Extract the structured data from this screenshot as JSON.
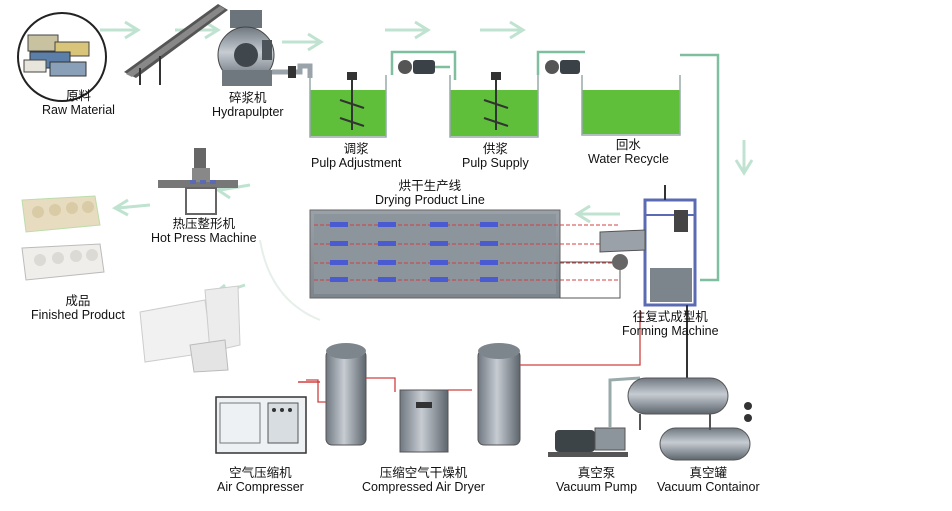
{
  "labels": {
    "raw_material": {
      "zh": "原料",
      "en": "Raw Material"
    },
    "hydrapulpter": {
      "zh": "碎浆机",
      "en": "Hydrapulpter"
    },
    "pulp_adjustment": {
      "zh": "调浆",
      "en": "Pulp Adjustment"
    },
    "pulp_supply": {
      "zh": "供浆",
      "en": "Pulp Supply"
    },
    "water_recycle": {
      "zh": "回水",
      "en": "Water Recycle"
    },
    "drying_line": {
      "zh": "烘干生产线",
      "en": "Drying Product Line"
    },
    "hot_press": {
      "zh": "热压整形机",
      "en": "Hot Press Machine"
    },
    "finished": {
      "zh": "成品",
      "en": "Finished Product"
    },
    "forming": {
      "zh": "往复式成型机",
      "en": "Forming Machine"
    },
    "air_compressor": {
      "zh": "空气压缩机",
      "en": "Air Compresser"
    },
    "air_dryer": {
      "zh": "压缩空气干燥机",
      "en": "Compressed Air Dryer"
    },
    "vacuum_pump": {
      "zh": "真空泵",
      "en": "Vacuum Pump"
    },
    "vacuum_container": {
      "zh": "真空罐",
      "en": "Vacuum Containor"
    }
  },
  "colors": {
    "pulp_green": "#5fbf3a",
    "pipe_green": "#7fbf9f",
    "pipe_red": "#d04040",
    "steel": "#8a939c",
    "frame_blue": "#5b6bb3",
    "arrow": "#bfe3d0"
  }
}
